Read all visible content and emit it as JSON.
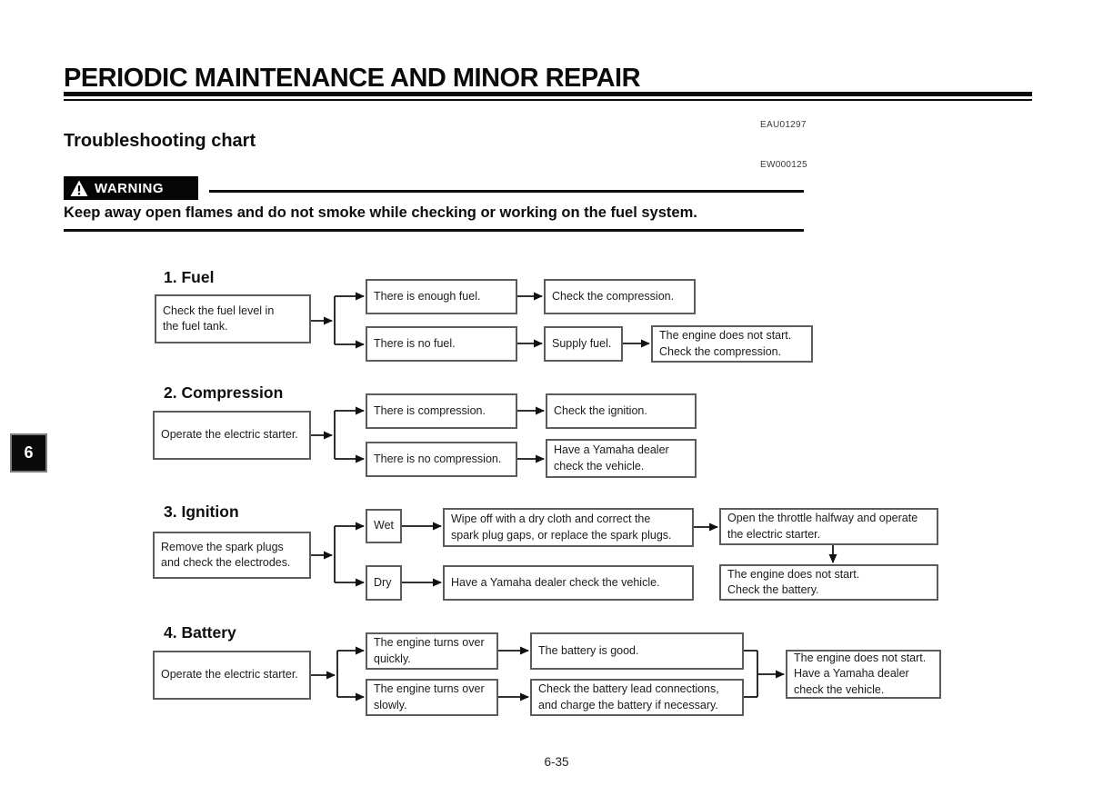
{
  "page": {
    "title": "PERIODIC MAINTENANCE AND MINOR REPAIR",
    "ref_code_top": "EAU01297",
    "section_heading": "Troubleshooting chart",
    "ref_code_warning": "EW000125",
    "warning": {
      "icon": "warning-triangle-icon",
      "label": "WARNING",
      "text": "Keep away open flames and do not smoke while checking or working on the fuel system."
    },
    "chapter_tab": "6",
    "page_number": "6-35"
  },
  "flowchart": {
    "sections": [
      {
        "heading": "1. Fuel",
        "source": "Check the fuel level in\nthe fuel tank.",
        "branch1": "There is enough fuel.",
        "result1": "Check the compression.",
        "branch2": "There is no fuel.",
        "action2": "Supply fuel.",
        "result2": "The engine does not start.\nCheck the compression."
      },
      {
        "heading": "2. Compression",
        "source": "Operate the electric starter.",
        "branch1": "There is compression.",
        "result1": "Check the ignition.",
        "branch2": "There is no compression.",
        "result2": "Have a Yamaha dealer\ncheck the vehicle."
      },
      {
        "heading": "3. Ignition",
        "source": "Remove the spark plugs\nand check the electrodes.",
        "branch1": "Wet",
        "action1": "Wipe off with a dry cloth and correct the\nspark plug gaps, or replace the spark plugs.",
        "result1": "Open the throttle halfway and operate\nthe electric starter.",
        "followup1": "The engine does not start.\nCheck the battery.",
        "branch2": "Dry",
        "result2": "Have a Yamaha dealer check the vehicle."
      },
      {
        "heading": "4. Battery",
        "source": "Operate the electric starter.",
        "branch1": "The engine turns over\nquickly.",
        "result1": "The battery is good.",
        "branch2": "The engine turns over\nslowly.",
        "result2": "Check the battery lead connections,\nand charge the battery if necessary.",
        "final": "The engine does not start.\nHave a Yamaha dealer\ncheck the vehicle."
      }
    ]
  }
}
